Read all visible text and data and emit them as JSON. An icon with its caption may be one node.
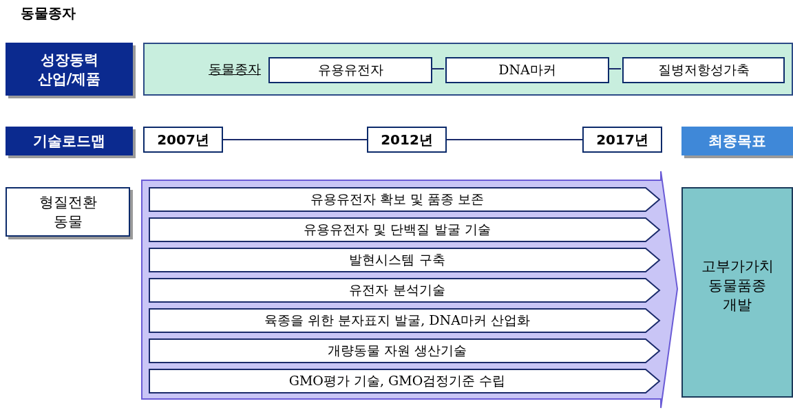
{
  "diagram": {
    "title": "동물종자",
    "nodes": [
      {
        "text": [
          "성장동력 산업/제품"
        ]
      },
      {
        "text": [
          "동물종자"
        ]
      },
      {
        "text": [
          "유용유전자"
        ],
        "in": 1
      },
      {
        "text": [
          "DNA마커"
        ],
        "in": 1
      },
      {
        "text": [
          "질병저항성가축"
        ],
        "in": 1
      },
      {
        "text": [
          "기술로드맵"
        ]
      },
      {
        "text": [
          "2007년"
        ]
      },
      {
        "text": [
          "2012년"
        ]
      },
      {
        "text": [
          "2017년"
        ]
      },
      {
        "text": [
          "최종목표"
        ]
      },
      {
        "text": [
          "형질전환 동물"
        ]
      },
      {
        "text": [],
        "shape": "arrow"
      },
      {
        "text": [
          "유용유전자 확보 및 품종 보존"
        ],
        "in": 11
      },
      {
        "text": [
          "유용유전자 및 단백질 발굴 기술"
        ],
        "in": 11
      },
      {
        "text": [
          "발현시스템 구축"
        ],
        "in": 11
      },
      {
        "text": [
          "유전자 분석기술"
        ],
        "in": 11
      },
      {
        "text": [
          "육종을 위한 분자표지 발굴, DNA마커 산업화"
        ],
        "in": 11
      },
      {
        "text": [
          "개량동물 자원 생산기술"
        ],
        "in": 11
      },
      {
        "text": [
          "GMO평가 기술, GMO검정기준 수립"
        ],
        "in": 11
      },
      {
        "text": [
          "고부가가치 동물품종 개발"
        ]
      }
    ],
    "edges": [
      {
        "from": 2,
        "to": 3,
        "arrow": "none"
      },
      {
        "from": 3,
        "to": 4,
        "arrow": "none"
      },
      {
        "from": 6,
        "to": 7,
        "arrow": "none"
      },
      {
        "from": 7,
        "to": 8,
        "arrow": "none"
      }
    ]
  }
}
